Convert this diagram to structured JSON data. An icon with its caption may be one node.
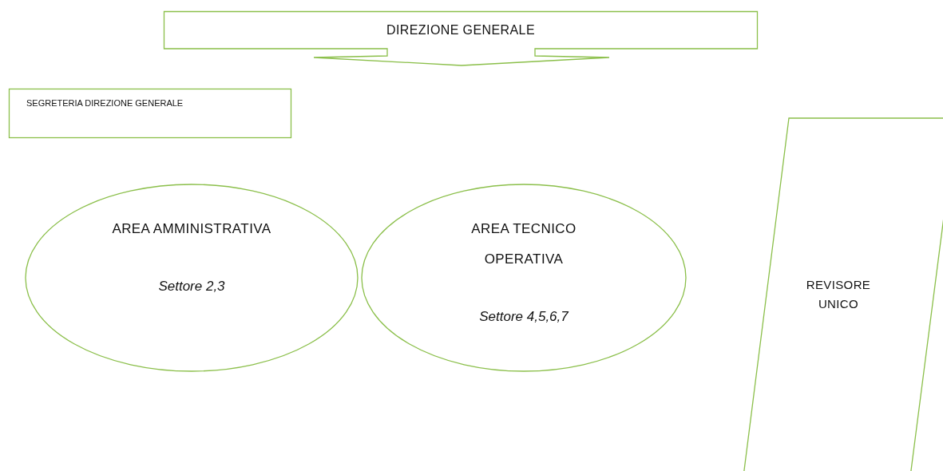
{
  "diagram": {
    "nodes": [
      {
        "text": [
          "DIREZIONE GENERALE"
        ]
      },
      {
        "text": [
          "SEGRETERIA DIREZIONE GENERALE"
        ]
      },
      {
        "text": [
          "AREA AMMINISTRATIVA",
          "Settore 2,3"
        ]
      },
      {
        "text": [
          "AREA TECNICO OPERATIVA",
          "Settore 4,5,6,7"
        ]
      },
      {
        "text": [
          "REVISORE UNICO"
        ]
      }
    ]
  }
}
